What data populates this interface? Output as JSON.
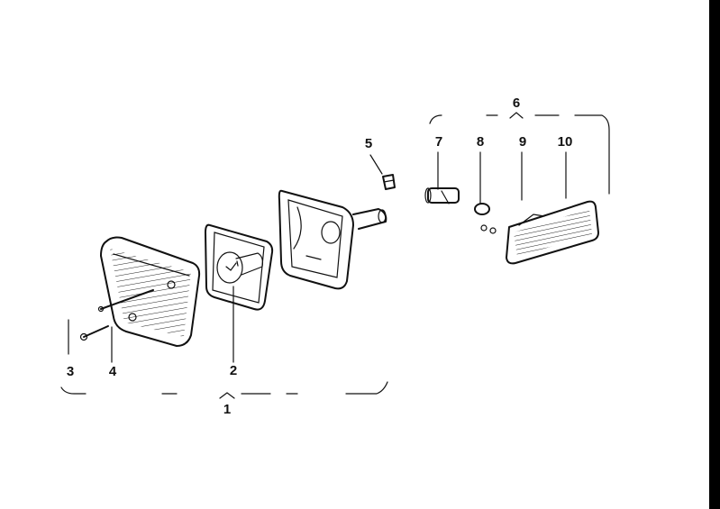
{
  "callouts": [
    {
      "id": "c1",
      "text": "1"
    },
    {
      "id": "c2",
      "text": "2"
    },
    {
      "id": "c3",
      "text": "3"
    },
    {
      "id": "c4",
      "text": "4"
    },
    {
      "id": "c5",
      "text": "5"
    },
    {
      "id": "c6",
      "text": "6"
    },
    {
      "id": "c7",
      "text": "7"
    },
    {
      "id": "c8",
      "text": "8"
    },
    {
      "id": "c9",
      "text": "9"
    },
    {
      "id": "c10",
      "text": "10"
    }
  ],
  "colors": {
    "ink": "#111111",
    "background": "#ffffff"
  }
}
